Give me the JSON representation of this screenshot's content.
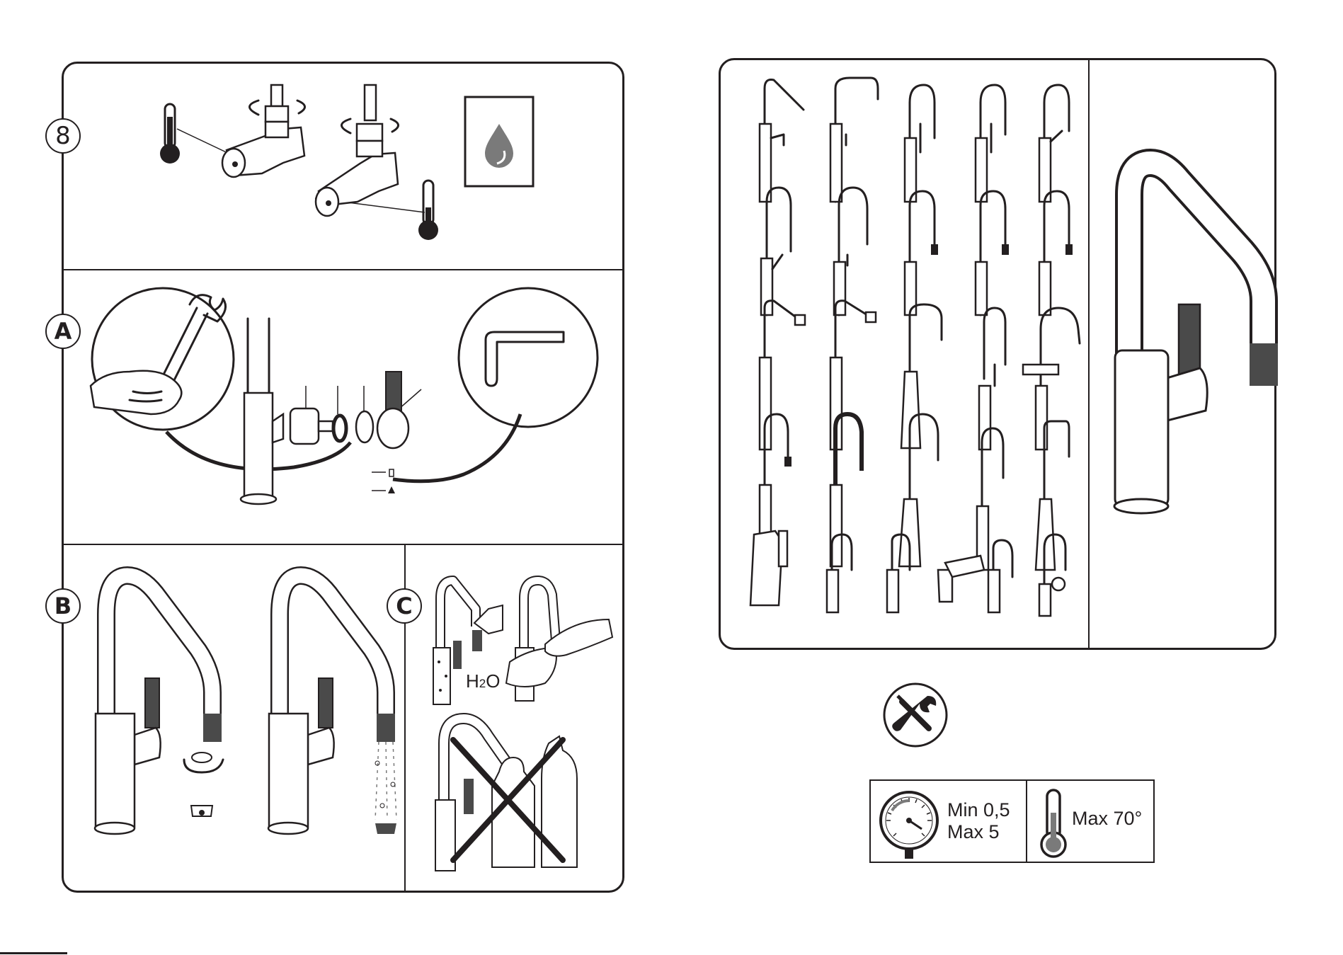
{
  "steps": {
    "step8": "8",
    "stepA": "A",
    "stepB": "B",
    "stepC": "C"
  },
  "panel_c": {
    "water_formula_h": "H",
    "water_formula_sub": "2",
    "water_formula_o": "O"
  },
  "specs": {
    "pressure_min": "Min 0,5",
    "pressure_max": "Max 5",
    "temperature_max": "Max 70°"
  },
  "icons": {
    "thermometer": "thermometer-icon",
    "water_drop": "water-drop-icon",
    "wrench": "wrench-icon",
    "allen_key": "allen-key-icon",
    "service_tools": "screwdriver-wrench-icon",
    "pressure_gauge": "pressure-gauge-icon",
    "prohibited": "cross-out-icon"
  },
  "colors": {
    "ink": "#231f20",
    "grey": "#7a7a7a",
    "dark_grey": "#4a4a4a",
    "light_grey": "#e6e6e6"
  }
}
